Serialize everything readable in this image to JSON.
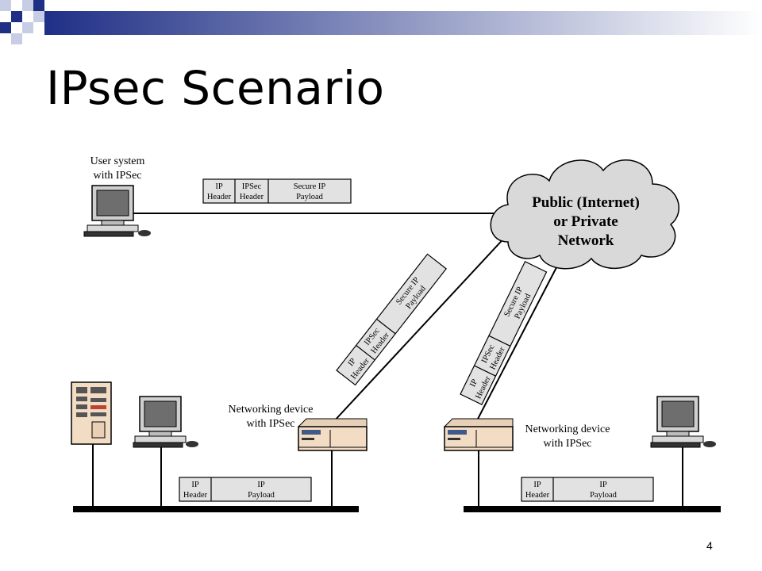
{
  "slide": {
    "title": "IPsec Scenario",
    "page_number": "4"
  },
  "labels": {
    "user_system": "User system with IPSec",
    "networking_device_left": "Networking device with IPSec",
    "networking_device_right": "Networking device with IPSec",
    "cloud": "Public (Internet) or Private Network"
  },
  "packets": {
    "secure": {
      "ip_header": [
        "IP",
        "Header"
      ],
      "ipsec_header": [
        "IPSec",
        "Header"
      ],
      "secure_payload": [
        "Secure IP",
        "Payload"
      ]
    },
    "plain": {
      "ip_header": [
        "IP",
        "Header"
      ],
      "ip_payload": [
        "IP",
        "Payload"
      ]
    }
  },
  "colors": {
    "title_bar_left": "#1f2f86",
    "title_bar_right": "#ffffff",
    "packet_fill": "#e2e2e2",
    "cloud_fill": "#d9d9d9",
    "device_fill": "#f3dcc4"
  },
  "icons": [
    "user-workstation-icon",
    "server-tower-icon",
    "router-icon",
    "cloud-icon"
  ]
}
